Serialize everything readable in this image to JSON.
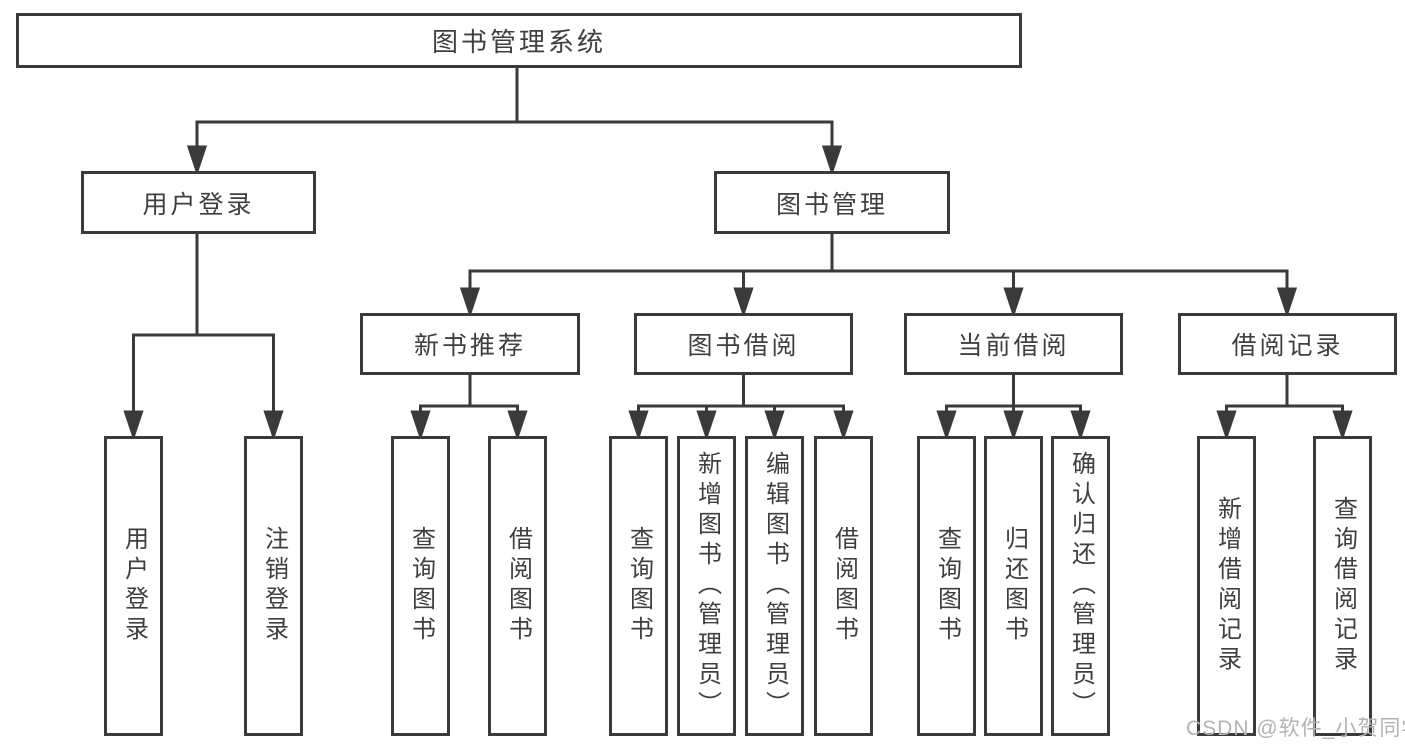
{
  "diagram": {
    "title_node": {
      "label": "图书管理系统"
    },
    "level2": [
      {
        "label": "用户登录"
      },
      {
        "label": "图书管理"
      }
    ],
    "level3": [
      {
        "label": "新书推荐"
      },
      {
        "label": "图书借阅"
      },
      {
        "label": "当前借阅"
      },
      {
        "label": "借阅记录"
      }
    ],
    "leaves": [
      {
        "label": "用户登录",
        "parent": "用户登录"
      },
      {
        "label": "注销登录",
        "parent": "用户登录"
      },
      {
        "label": "查询图书",
        "parent": "新书推荐"
      },
      {
        "label": "借阅图书",
        "parent": "新书推荐"
      },
      {
        "label": "查询图书",
        "parent": "图书借阅"
      },
      {
        "label": "新增图书（管理员）",
        "parent": "图书借阅"
      },
      {
        "label": "编辑图书（管理员）",
        "parent": "图书借阅"
      },
      {
        "label": "借阅图书",
        "parent": "图书借阅"
      },
      {
        "label": "查询图书",
        "parent": "当前借阅"
      },
      {
        "label": "归还图书",
        "parent": "当前借阅"
      },
      {
        "label": "确认归还（管理员）",
        "parent": "当前借阅"
      },
      {
        "label": "新增借阅记录",
        "parent": "借阅记录"
      },
      {
        "label": "查询借阅记录",
        "parent": "借阅记录"
      }
    ],
    "colors": {
      "line": "#3a3a3a",
      "text": "#3f3f3f",
      "background": "#ffffff",
      "watermark": "#b3b3b3"
    }
  },
  "watermark": {
    "text": "CSDN @软件_小贺同学"
  }
}
